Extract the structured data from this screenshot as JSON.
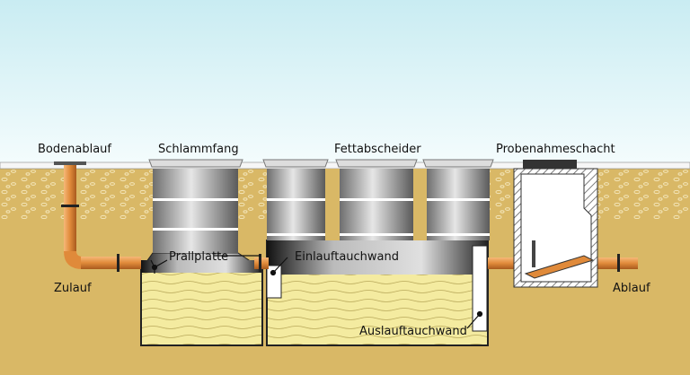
{
  "labels": {
    "bodenablauf": "Bodenablauf",
    "schlammfang": "Schlammfang",
    "fettabscheider": "Fettabscheider",
    "probenahmeschacht": "Probenahmeschacht",
    "prallplatte": "Prallplatte",
    "einlauftauchwand": "Einlauftauchwand",
    "auslauftauchwand": "Auslauftauchwand",
    "zulauf": "Zulauf",
    "ablauf": "Ablauf"
  },
  "colors": {
    "sky_top": "#cdeef3",
    "sky_bottom": "#f2fbfc",
    "soil": "#d9b866",
    "pipe": "#e08a3a",
    "grease": "#f4eba0",
    "concrete": "#9a9a9a"
  }
}
